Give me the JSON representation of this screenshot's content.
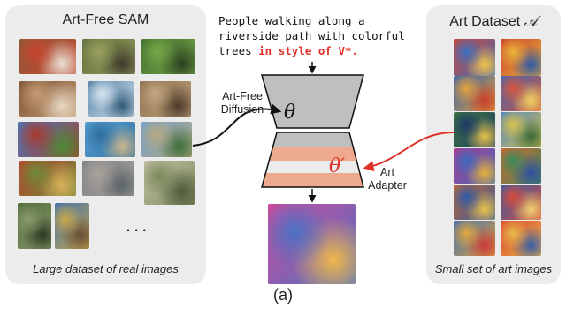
{
  "left_panel": {
    "title": "Art-Free SAM",
    "caption": "Large dataset of real images",
    "ellipsis": "...",
    "thumbnails": [
      {
        "name": "thumb-parade",
        "c1": "#8a5a3a",
        "c2": "#c8452e",
        "c3": "#e9e1d5"
      },
      {
        "name": "thumb-tunnel",
        "c1": "#5c6b3b",
        "c2": "#9aa05e",
        "c3": "#3d3a2c"
      },
      {
        "name": "thumb-leaves",
        "c1": "#3f6b2a",
        "c2": "#78a84a",
        "c3": "#2b4020"
      },
      {
        "name": "thumb-room",
        "c1": "#7a4f33",
        "c2": "#c59c74",
        "c3": "#e6d7c3"
      },
      {
        "name": "thumb-waterfall",
        "c1": "#4f7ea5",
        "c2": "#d9e6ee",
        "c3": "#2f5a7a"
      },
      {
        "name": "thumb-market",
        "c1": "#8a6a4a",
        "c2": "#c2a680",
        "c3": "#4d3a2a"
      },
      {
        "name": "thumb-house",
        "c1": "#3f7fc9",
        "c2": "#a93b2c",
        "c3": "#4f8a38"
      },
      {
        "name": "thumb-sea",
        "c1": "#5aa2d8",
        "c2": "#2f6f9e",
        "c3": "#c9b58a"
      },
      {
        "name": "thumb-building",
        "c1": "#6fa0d0",
        "c2": "#b9a87f",
        "c3": "#3d6e3a"
      },
      {
        "name": "thumb-fruit",
        "c1": "#b8442c",
        "c2": "#6c8a3a",
        "c3": "#d9b25a"
      },
      {
        "name": "thumb-aerial",
        "c1": "#7d7f86",
        "c2": "#a9a39a",
        "c3": "#59636a"
      },
      {
        "name": "thumb-canopy",
        "c1": "#c6c2a8",
        "c2": "#7a8a5c",
        "c3": "#4f5a3c"
      },
      {
        "name": "thumb-stairs",
        "c1": "#4f6a3a",
        "c2": "#8a9a6c",
        "c3": "#2e3a24"
      },
      {
        "name": "thumb-street",
        "c1": "#3e6fb0",
        "c2": "#c9a94a",
        "c3": "#6a4e34"
      }
    ]
  },
  "prompt": {
    "line1": "People walking along a",
    "line2": "riverside path with colorful",
    "line3_pre": "trees ",
    "line3_highlight": "in style of V*."
  },
  "model": {
    "label_left_line1": "Art-Free",
    "label_left_line2": "Diffusion",
    "theta": "θ",
    "theta_prime": "θ′",
    "adapter_line1": "Art",
    "adapter_line2": "Adapter"
  },
  "output_image": {
    "name": "output-painting",
    "c1": "#d24a9a",
    "c2": "#4a72c4",
    "c3": "#f0b84a"
  },
  "right_panel": {
    "title_text": "Art Dataset ",
    "title_symbol": "𝒜",
    "caption": "Small set of art images",
    "thumbnails": [
      {
        "name": "art-1",
        "c1": "#d8452f",
        "c2": "#3a6fc0",
        "c3": "#f2c24a"
      },
      {
        "name": "art-2",
        "c1": "#c93a2c",
        "c2": "#e9b43a",
        "c3": "#2f5aa8"
      },
      {
        "name": "art-3",
        "c1": "#2f5fb0",
        "c2": "#e6a23a",
        "c3": "#c8402c"
      },
      {
        "name": "art-4",
        "c1": "#3a68b8",
        "c2": "#d8553a",
        "c3": "#f0d060"
      },
      {
        "name": "art-5",
        "c1": "#3f7a3a",
        "c2": "#1f3a6a",
        "c3": "#e6c34a"
      },
      {
        "name": "art-6",
        "c1": "#4a82c8",
        "c2": "#d9c24a",
        "c3": "#3a6a3a"
      },
      {
        "name": "art-7",
        "c1": "#b83a8a",
        "c2": "#3a6ac0",
        "c3": "#e6b03a"
      },
      {
        "name": "art-8",
        "c1": "#d8652f",
        "c2": "#3a8a5a",
        "c3": "#2f4fa0"
      },
      {
        "name": "art-9",
        "c1": "#c86a2a",
        "c2": "#2f5aa8",
        "c3": "#e8c24a"
      },
      {
        "name": "art-10",
        "c1": "#2f5fa8",
        "c2": "#d84a3a",
        "c3": "#f0d070"
      },
      {
        "name": "art-11",
        "c1": "#3a6ab8",
        "c2": "#e2a83a",
        "c3": "#c83a3a"
      },
      {
        "name": "art-12",
        "c1": "#d8402f",
        "c2": "#e8b84a",
        "c3": "#3a5fa8"
      }
    ]
  },
  "figure_label": "(a)"
}
